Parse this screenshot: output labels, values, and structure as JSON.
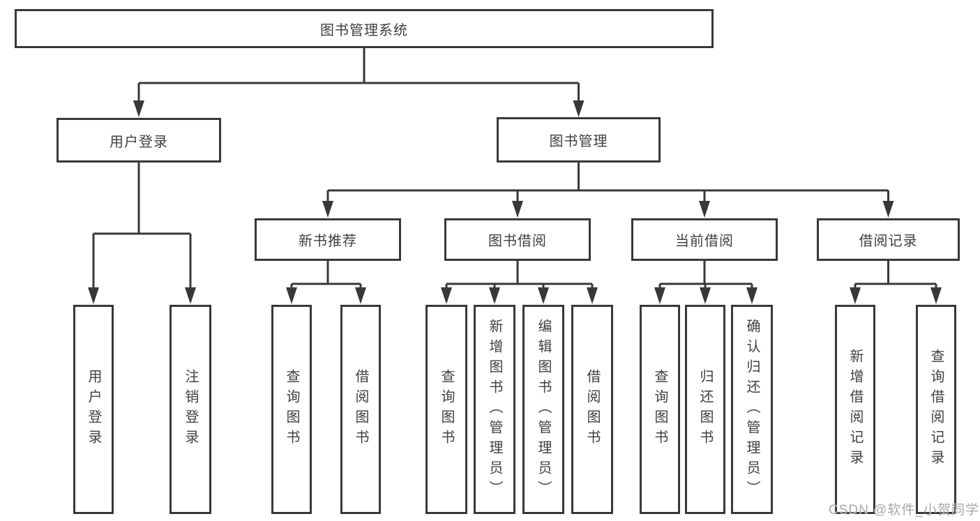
{
  "tree": {
    "root": "图书管理系统",
    "branches": [
      {
        "label": "用户登录",
        "children": [
          "用户登录",
          "注销登录"
        ]
      },
      {
        "label": "图书管理",
        "groups": [
          {
            "label": "新书推荐",
            "children": [
              "查询图书",
              "借阅图书"
            ]
          },
          {
            "label": "图书借阅",
            "children": [
              "查询图书",
              "新增图书（管理员）",
              "编辑图书（管理员）",
              "借阅图书"
            ]
          },
          {
            "label": "当前借阅",
            "children": [
              "查询图书",
              "归还图书",
              "确认归还（管理员）"
            ]
          },
          {
            "label": "借阅记录",
            "children": [
              "新增借阅记录",
              "查询借阅记录"
            ]
          }
        ]
      }
    ]
  },
  "watermark": "CSDN @软件_小贺同学",
  "colors": {
    "line": "#383838",
    "text": "#404040",
    "watermark": "#a8a8a8",
    "background": "#ffffff"
  }
}
